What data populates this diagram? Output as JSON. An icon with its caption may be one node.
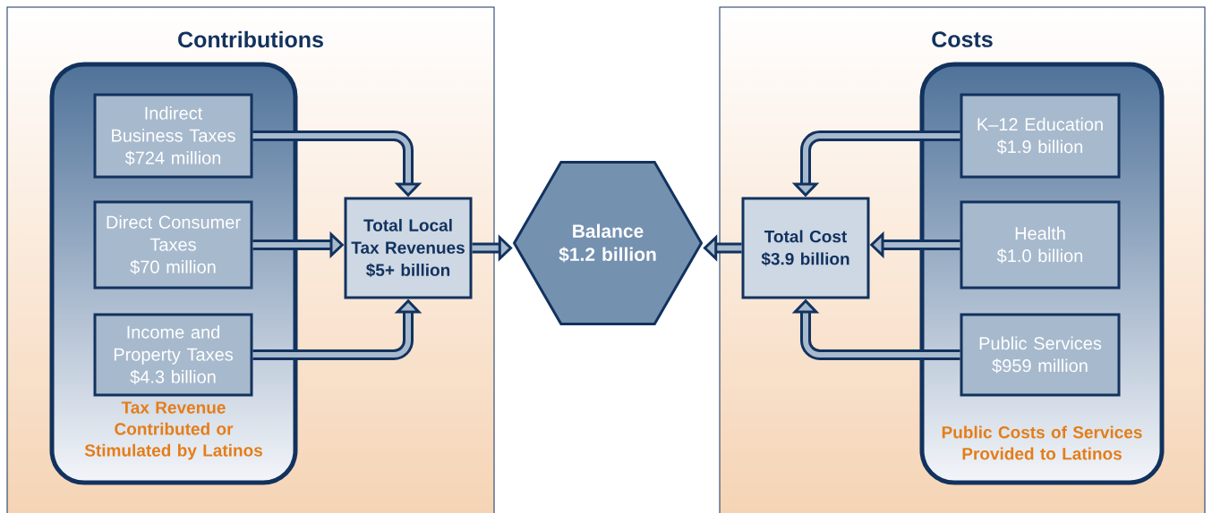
{
  "diagram": {
    "nodes": [
      {
        "text": [
          "Contributions"
        ]
      },
      {
        "text": [
          "Tax Revenue Contributed or Stimulated by Latinos"
        ],
        "in": 0
      },
      {
        "text": [
          "Indirect Business Taxes",
          "$724 million"
        ],
        "in": 1
      },
      {
        "text": [
          "Direct Consumer Taxes",
          "$70 million"
        ],
        "in": 1
      },
      {
        "text": [
          "Income and Property Taxes",
          "$4.3 billion"
        ],
        "in": 1
      },
      {
        "text": [
          "Total  Local Tax Revenues",
          "$5+ billion"
        ],
        "in": 0
      },
      {
        "text": [
          "Balance",
          "$1.2 billion"
        ]
      },
      {
        "text": [
          "Costs"
        ]
      },
      {
        "text": [
          "Public Costs of Services Provided to Latinos"
        ],
        "in": 7
      },
      {
        "text": [
          "Total Cost",
          "$3.9 billion"
        ],
        "in": 7
      },
      {
        "text": [
          "K–12 Education",
          "$1.9 billion"
        ],
        "in": 8
      },
      {
        "text": [
          "Health",
          "$1.0 billion"
        ],
        "in": 8
      },
      {
        "text": [
          "Public Services",
          "$959 million"
        ],
        "in": 8
      }
    ],
    "edges": [
      {
        "from": 2,
        "to": 5,
        "arrow": "to"
      },
      {
        "from": 3,
        "to": 5,
        "arrow": "to"
      },
      {
        "from": 4,
        "to": 5,
        "arrow": "to"
      },
      {
        "from": 5,
        "to": 6,
        "arrow": "to"
      },
      {
        "from": 9,
        "to": 6,
        "arrow": "to"
      },
      {
        "from": 10,
        "to": 9,
        "arrow": "to"
      },
      {
        "from": 11,
        "to": 9,
        "arrow": "to"
      },
      {
        "from": 12,
        "to": 9,
        "arrow": "to"
      }
    ]
  }
}
